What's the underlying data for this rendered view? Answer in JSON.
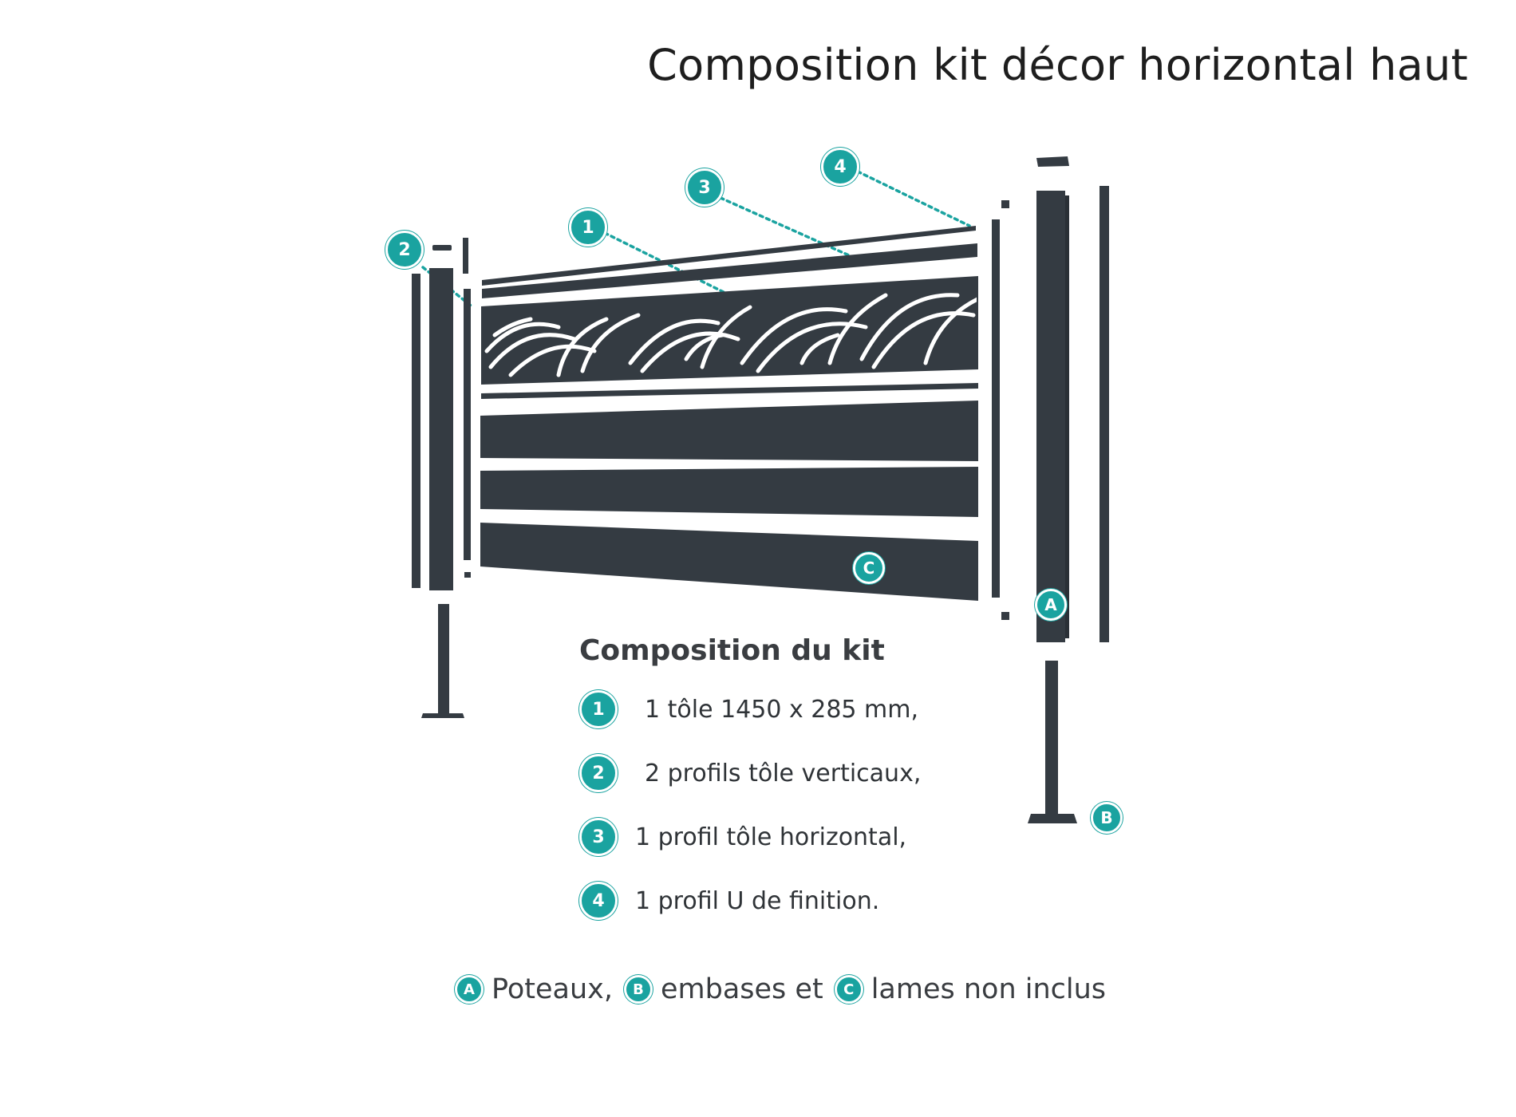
{
  "title": "Composition kit décor horizontal haut",
  "diagram_badges": {
    "one": "1",
    "two": "2",
    "three": "3",
    "four": "4",
    "posts": "A",
    "bases": "B",
    "slats": "C"
  },
  "kit": {
    "heading": "Composition du kit",
    "items": [
      {
        "num": "1",
        "text": "1 tôle 1450 x 285 mm,"
      },
      {
        "num": "2",
        "text": "2 profils tôle verticaux,"
      },
      {
        "num": "3",
        "text": "1 profil tôle horizontal,"
      },
      {
        "num": "4",
        "text": "1 profil U de finition."
      }
    ]
  },
  "footnote": {
    "a_badge": "A",
    "a_text": "Poteaux,",
    "b_badge": "B",
    "b_text": "embases et",
    "c_badge": "C",
    "c_text": "lames non inclus"
  },
  "colors": {
    "accent": "#1aa3a0",
    "metal": "#343b42",
    "text": "#2e3236"
  }
}
